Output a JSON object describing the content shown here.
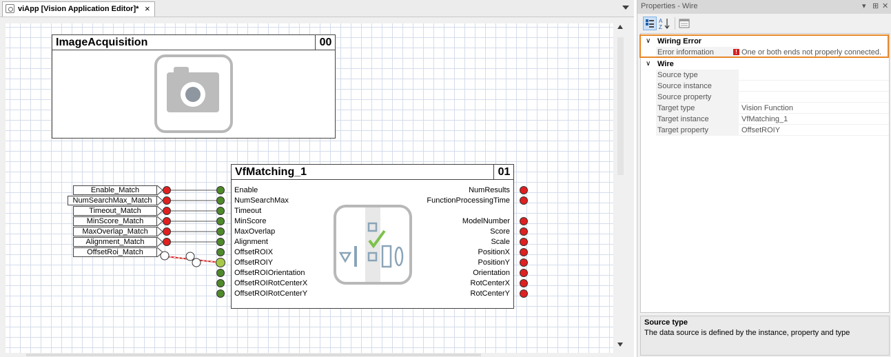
{
  "editor_tab": {
    "title": "viApp [Vision Application Editor]*",
    "close": "×"
  },
  "image_acquisition": {
    "name": "ImageAcquisition",
    "number": "00"
  },
  "vf_matching": {
    "name": "VfMatching_1",
    "number": "01",
    "inputs": [
      "Enable",
      "NumSearchMax",
      "Timeout",
      "MinScore",
      "MaxOverlap",
      "Alignment",
      "OffsetROIX",
      "OffsetROIY",
      "OffsetROIOrientation",
      "OffsetROIRotCenterX",
      "OffsetROIRotCenterY"
    ],
    "outputs": [
      "NumResults",
      "FunctionProcessingTime",
      "",
      "ModelNumber",
      "Score",
      "Scale",
      "PositionX",
      "PositionY",
      "Orientation",
      "RotCenterX",
      "RotCenterY"
    ]
  },
  "input_tags": [
    "Enable_Match",
    "NumSearchMax_Match",
    "Timeout_Match",
    "MinScore_Match",
    "MaxOverlap_Match",
    "Alignment_Match",
    "OffsetRoi_Match"
  ],
  "colors": {
    "port_red": "#e02020",
    "port_green": "#4f8a2a",
    "port_yellow_green": "#a8c84a",
    "error_outline": "#e8872a",
    "wire_red": "#d42020"
  },
  "properties_panel": {
    "title": "Properties - Wire",
    "title_controls": [
      "▾",
      "⊞",
      "✕"
    ],
    "toolbar": [
      "categorized-icon",
      "alphabetical-icon",
      "property-pages-icon"
    ],
    "categories": [
      {
        "name": "Wiring Error",
        "rows": [
          {
            "key": "Error information",
            "value": "One or both ends not properly connected."
          }
        ]
      },
      {
        "name": "Wire",
        "rows": [
          {
            "key": "Source type",
            "value": ""
          },
          {
            "key": "Source instance",
            "value": ""
          },
          {
            "key": "Source property",
            "value": ""
          },
          {
            "key": "Target type",
            "value": "Vision Function"
          },
          {
            "key": "Target instance",
            "value": "VfMatching_1"
          },
          {
            "key": "Target property",
            "value": "OffsetROIY"
          }
        ]
      }
    ],
    "description": {
      "heading": "Source type",
      "text": "The data source is defined by the instance, property and type"
    }
  }
}
